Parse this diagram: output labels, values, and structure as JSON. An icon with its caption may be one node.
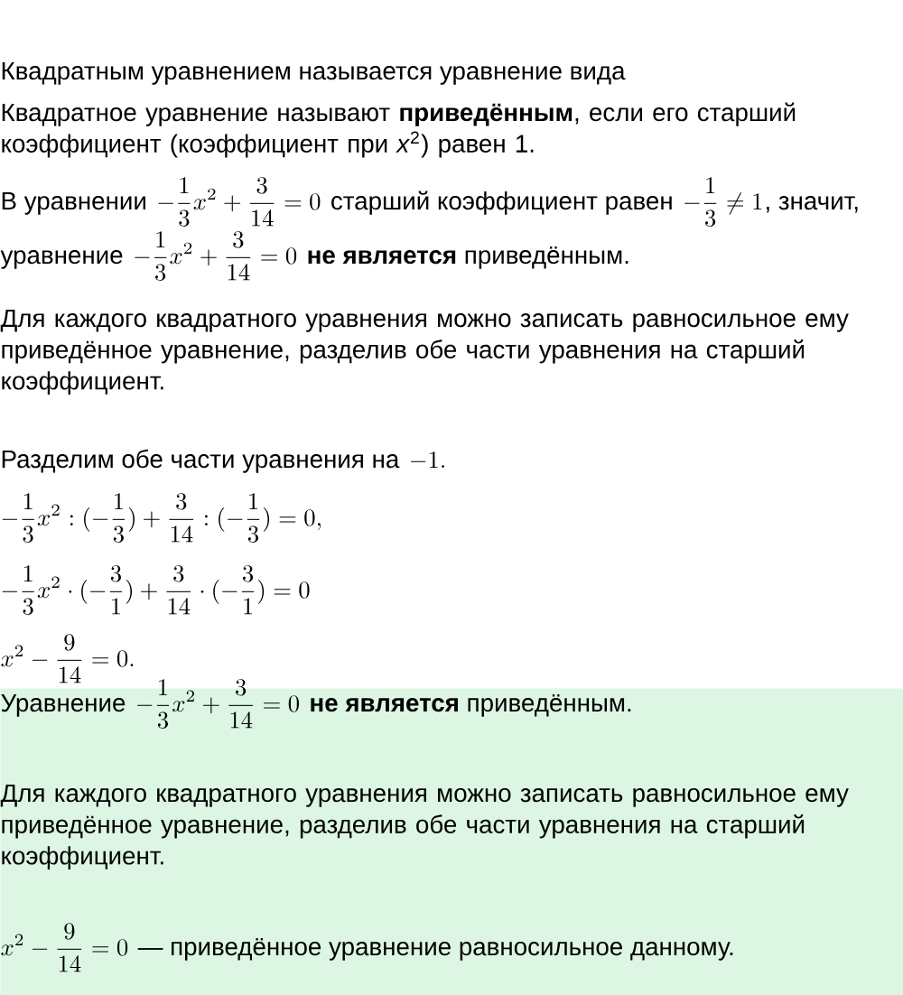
{
  "diagram": {
    "nodes": [
      {
        "text": [
          "Уравнение",
          "-\\frac{1}{3}x^2+\\frac{3}{14}=0",
          "**не является** приведённым.",
          "Для каждого квадратного уравнения можно записать равносильное ему приведённое уравнение, разделив обе части уравнения на старший коэффициент.",
          "x^2-\\frac{9}{14}=0",
          "— приведённое уравнение равносильное данному."
        ]
      }
    ],
    "labels": [
      "Квадратным уравнением называется уравнение вида",
      "Квадратное уравнение называют **приведённым**, если его старший коэффициент (коэффициент при *x*$^{2}$) равен 1.",
      "В уравнении",
      "-\\frac{1}{3}x^2+\\frac{3}{14}=0",
      "старший коэффициент равен",
      "-\\frac{1}{3}\\neq 1",
      ", значит,",
      "уравнение",
      "-\\frac{1}{3}x^2+\\frac{3}{14}=0",
      "**не является** приведённым.",
      "Для каждого квадратного уравнения можно записать равносильное ему приведённое уравнение, разделив обе части уравнения на старший коэффициент.",
      "Разделим обе части уравнения на",
      "-1.",
      "-\\frac{1}{3}x^2:(-\\frac{1}{3})+\\frac{3}{14}:(-\\frac{1}{3})=0,",
      "-\\frac{1}{3}x^2\\cdot(-\\frac{3}{1})+\\frac{3}{14}\\cdot(-\\frac{3}{1})=0",
      "x^2-\\frac{9}{14}=0."
    ]
  }
}
